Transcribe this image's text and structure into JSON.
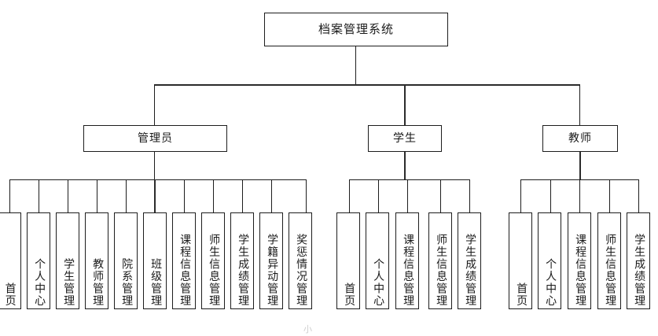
{
  "diagram": {
    "type": "org-hierarchy-tree",
    "title": "档案管理系统",
    "orientation": "top-down",
    "line_color": "#1d1d1d",
    "box_fill": "#ffffff",
    "background": "#ffffff",
    "artifact_text": "小"
  },
  "root": {
    "label": "档案管理系统"
  },
  "roles": [
    {
      "id": "admin",
      "label": "管理员"
    },
    {
      "id": "student",
      "label": "学生"
    },
    {
      "id": "teacher",
      "label": "教师"
    }
  ],
  "admin_leaves": [
    {
      "label": "首页"
    },
    {
      "label": "个人中心"
    },
    {
      "label": "学生管理"
    },
    {
      "label": "教师管理"
    },
    {
      "label": "院系管理"
    },
    {
      "label": "班级管理"
    },
    {
      "label": "课程信息管理"
    },
    {
      "label": "师生信息管理"
    },
    {
      "label": "学生成绩管理"
    },
    {
      "label": "学籍异动管理"
    },
    {
      "label": "奖惩情况管理"
    }
  ],
  "student_leaves": [
    {
      "label": "首页"
    },
    {
      "label": "个人中心"
    },
    {
      "label": "课程信息管理"
    },
    {
      "label": "师生信息管理"
    },
    {
      "label": "学生成绩管理"
    }
  ],
  "teacher_leaves": [
    {
      "label": "首页"
    },
    {
      "label": "个人中心"
    },
    {
      "label": "课程信息管理"
    },
    {
      "label": "师生信息管理"
    },
    {
      "label": "学生成绩管理"
    }
  ]
}
